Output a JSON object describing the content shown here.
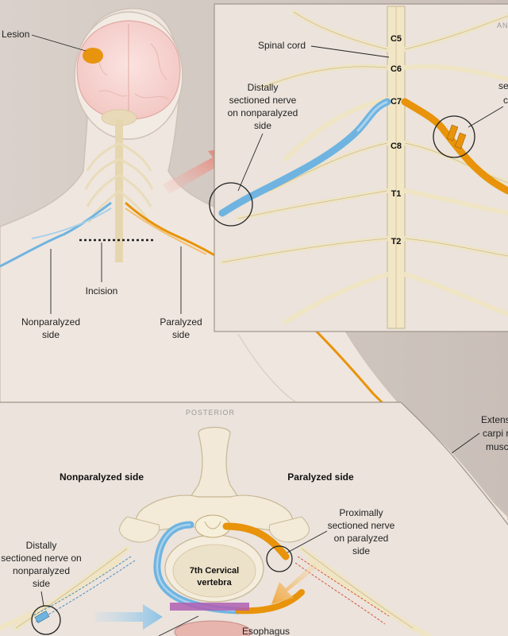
{
  "labels": {
    "lesion": "Lesion",
    "spinal_cord": "Spinal cord",
    "distal_nonpara_top": [
      "Distally",
      "sectioned nerve",
      "on nonparalyzed",
      "side"
    ],
    "incision": "Incision",
    "nonparalyzed_side_top": [
      "Nonparalyzed",
      "side"
    ],
    "paralyzed_side_top": [
      "Paralyzed",
      "side"
    ],
    "right_partial_top": [
      "se",
      "c"
    ],
    "extensor": [
      "Extens",
      "carpi rac",
      "musc"
    ],
    "posterior": "POSTERIOR",
    "anterior_partial": "AN",
    "nonparalyzed_side_heading": "Nonparalyzed side",
    "paralyzed_side_heading": "Paralyzed side",
    "proximal_para": [
      "Proximally",
      "sectioned nerve",
      "on paralyzed",
      "side"
    ],
    "distal_nonpara_bottom": [
      "Distally",
      "sectioned nerve on",
      "nonparalyzed",
      "side"
    ],
    "vertebra": [
      "7th Cervical",
      "vertebra"
    ],
    "esophagus": "Esophagus"
  },
  "levels": [
    "C5",
    "C6",
    "C7",
    "C8",
    "T1",
    "T2"
  ],
  "colors": {
    "blue_nerve": "#6fb4e0",
    "orange_nerve": "#e8930a",
    "nerve": "#f3e8c8",
    "lesion": "#e8940e",
    "muscle": "#c8483a"
  }
}
